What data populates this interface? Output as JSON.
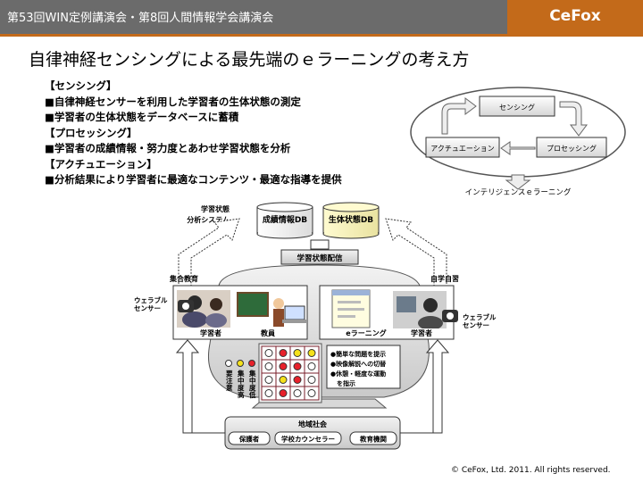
{
  "header": {
    "title": "第53回WIN定例講演会・第8回人間情報学会講演会",
    "logo": "CeFox",
    "bar_color": "#6b6b6b",
    "accent_color": "#c36a1a"
  },
  "title": "自律神経センシングによる最先端のｅラーニングの考え方",
  "bullets": [
    "【センシング】",
    "■自律神経センサーを利用した学習者の生体状態の測定",
    "■学習者の生体状態をデータベースに蓄積",
    "【プロセッシング】",
    "■学習者の成績情報・努力度とあわせ学習状態を分析",
    "【アクチュエーション】",
    "■分析結果により学習者に最適なコンテンツ・最適な指導を提供"
  ],
  "cycle": {
    "sensing": "センシング",
    "actuation": "アクチュエーション",
    "processing": "プロセッシング",
    "caption": "インテリジェンスｅラーニング"
  },
  "system": {
    "label_line1": "学習状態",
    "label_line2": "分析システム",
    "db_grades": "成績情報DB",
    "db_bio": "生体状態DB",
    "distribution": "学習状態配信"
  },
  "group_study": "集合教育",
  "self_study": "自学自習",
  "wearable_line1": "ウェラブル",
  "wearable_line2": "センサー",
  "learner": "学習者",
  "teacher": "教員",
  "elearning": "eラーニング",
  "legend": [
    "要注意",
    "集中度高",
    "集中度低"
  ],
  "elearning_actions": [
    "●簡単な問題を提示",
    "●映像解説への切替",
    "●休憩・軽度な運動",
    "　を指示"
  ],
  "community": {
    "title": "地域社会",
    "items": [
      "保護者",
      "学校カウンセラー",
      "教育機関"
    ]
  },
  "grid_dots": [
    [
      "white",
      "red",
      "yellow",
      "yellow"
    ],
    [
      "white",
      "red",
      "red",
      "white"
    ],
    [
      "white",
      "yellow",
      "red",
      "white"
    ],
    [
      "white",
      "red",
      "white",
      "white"
    ]
  ],
  "colors": {
    "red": "#e8202a",
    "yellow": "#f5e11a",
    "white": "#ffffff"
  },
  "footer": "© CeFox, Ltd. 2011. All rights reserved."
}
